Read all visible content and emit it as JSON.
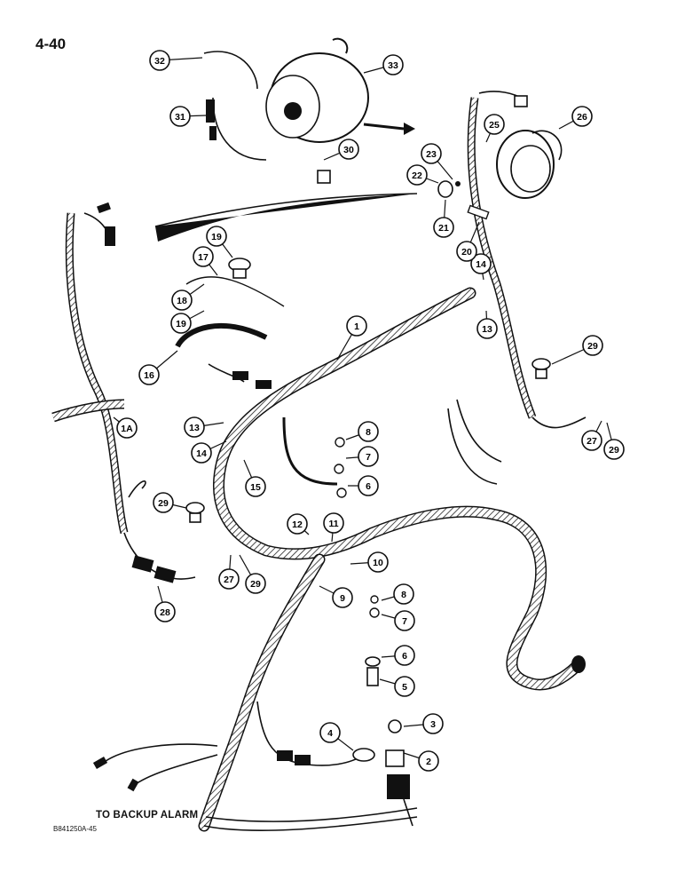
{
  "page_number": "4-40",
  "backup_alarm_label": "TO BACKUP ALARM",
  "figure_code": "B841250A-45",
  "callouts": [
    "1",
    "1A",
    "2",
    "3",
    "4",
    "5",
    "6",
    "6",
    "7",
    "7",
    "8",
    "8",
    "9",
    "10",
    "11",
    "12",
    "13",
    "13",
    "14",
    "14",
    "15",
    "16",
    "17",
    "18",
    "19",
    "19",
    "20",
    "21",
    "22",
    "23",
    "25",
    "26",
    "27",
    "27",
    "28",
    "29",
    "29",
    "29",
    "29",
    "30",
    "31",
    "32",
    "33"
  ],
  "colors": {
    "ink": "#111111",
    "paper": "#ffffff"
  }
}
